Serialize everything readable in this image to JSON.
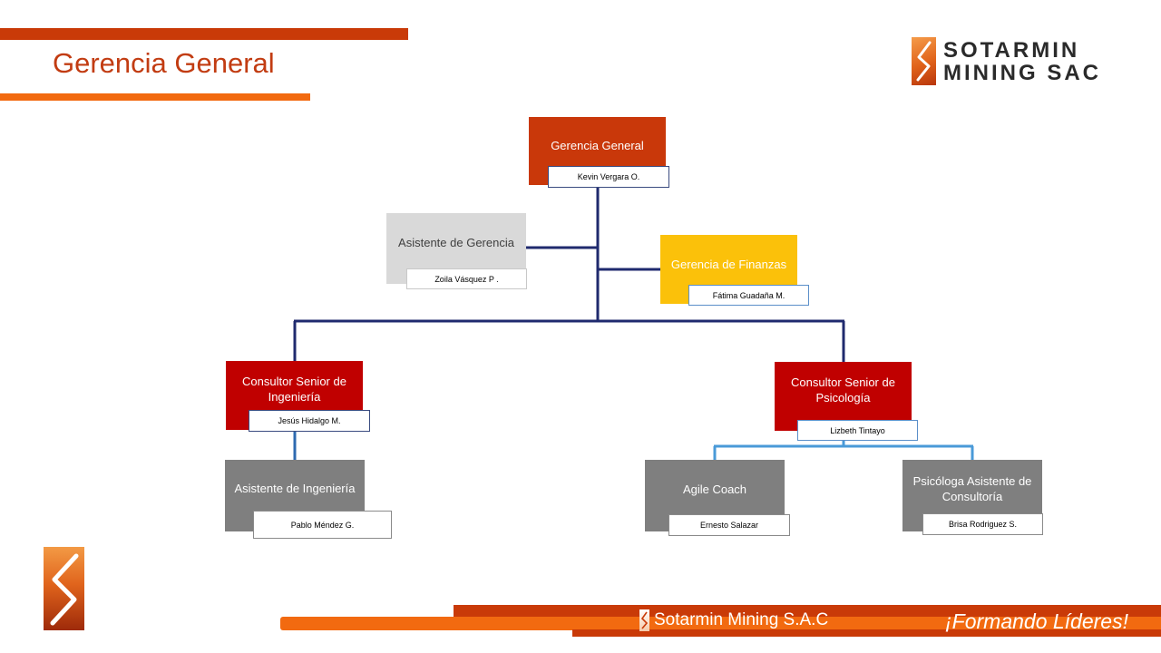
{
  "header": {
    "title": "Gerencia General"
  },
  "logo": {
    "line1": "SOTARMIN",
    "line2": "MINING SAC"
  },
  "org_chart": {
    "gerencia_general": {
      "title": "Gerencia General",
      "name": "Kevin Vergara O."
    },
    "asistente_gerencia": {
      "title": "Asistente de Gerencia",
      "name": "Zoila Vásquez P ."
    },
    "gerencia_finanzas": {
      "title": "Gerencia de Finanzas",
      "name": "Fátima Guadaña M."
    },
    "consultor_ingenieria": {
      "title": "Consultor Senior de Ingeniería",
      "name": "Jesús Hidalgo M."
    },
    "consultor_psicologia": {
      "title": "Consultor Senior de Psicología",
      "name": "Lizbeth Tintayo"
    },
    "asistente_ingenieria": {
      "title": "Asistente de Ingeniería",
      "name": "Pablo Méndez G."
    },
    "agile_coach": {
      "title": "Agile Coach",
      "name": "Ernesto Salazar"
    },
    "psicologa_asistente": {
      "title": "Psicóloga Asistente de Consultoría",
      "name": "Brisa Rodriguez S."
    }
  },
  "footer": {
    "company": "Sotarmin Mining S.A.C",
    "slogan": "¡Formando Líderes!"
  },
  "colors": {
    "accent_dark": "#c93a08",
    "accent_light": "#f26a10",
    "connector_navy": "#1f2a6e",
    "connector_blue": "#2e6ab0",
    "connector_sky": "#4a9ad8"
  }
}
